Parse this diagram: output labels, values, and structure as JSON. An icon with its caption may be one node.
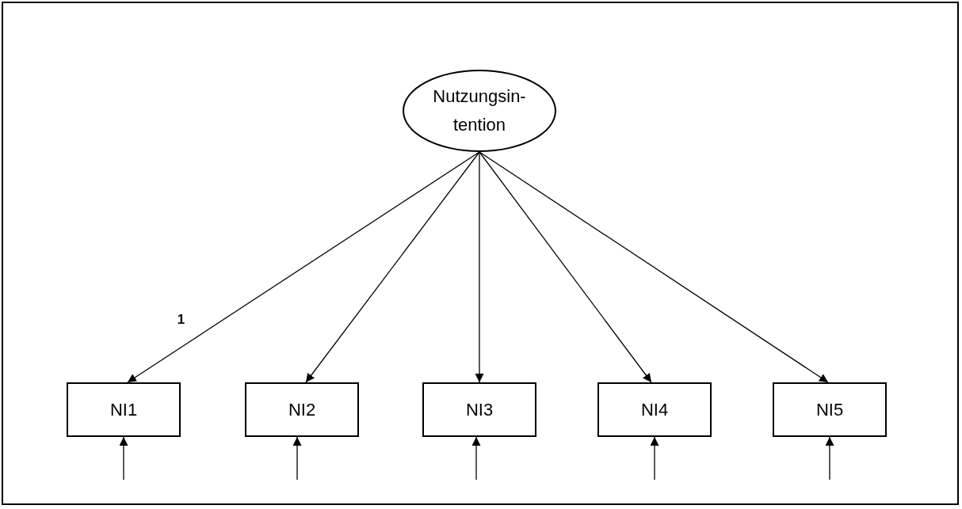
{
  "diagram": {
    "nodes": [
      {
        "text": [
          "Nutzungsin- tention"
        ]
      },
      {
        "text": [
          "NI1"
        ]
      },
      {
        "text": [
          "NI2"
        ]
      },
      {
        "text": [
          "NI3"
        ]
      },
      {
        "text": [
          "NI4"
        ]
      },
      {
        "text": [
          "NI5"
        ]
      }
    ],
    "edges": [
      {
        "from": 0,
        "to": 1,
        "arrow": "to",
        "label": "1"
      },
      {
        "from": 0,
        "to": 2,
        "arrow": "to"
      },
      {
        "from": 0,
        "to": 3,
        "arrow": "to"
      },
      {
        "from": 0,
        "to": 4,
        "arrow": "to"
      },
      {
        "from": 0,
        "to": 5,
        "arrow": "to"
      },
      {
        "from": null,
        "to": 1,
        "arrow": "to"
      },
      {
        "from": null,
        "to": 2,
        "arrow": "to"
      },
      {
        "from": null,
        "to": 3,
        "arrow": "to"
      },
      {
        "from": null,
        "to": 4,
        "arrow": "to"
      },
      {
        "from": null,
        "to": 5,
        "arrow": "to"
      }
    ]
  }
}
